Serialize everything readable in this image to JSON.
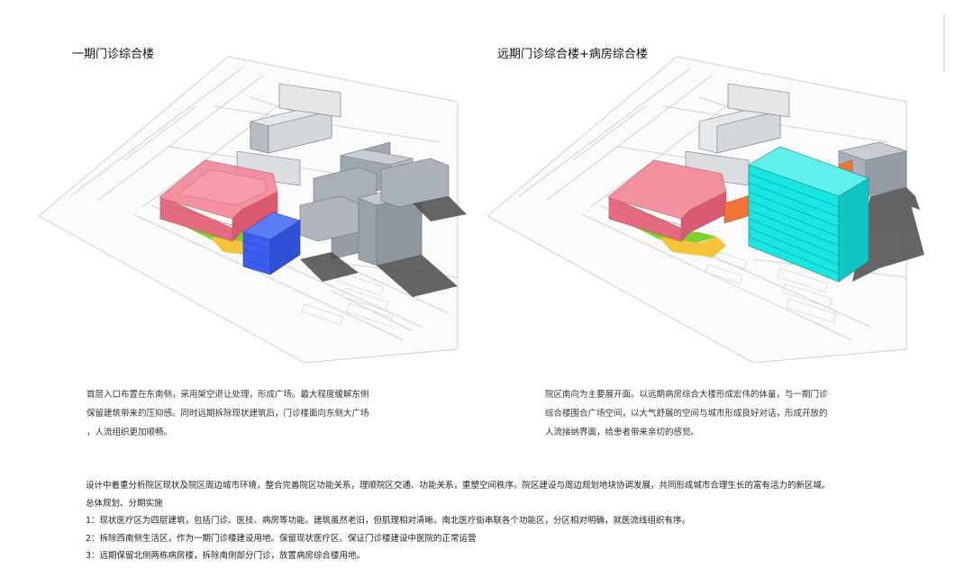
{
  "left_panel": {
    "title": "一期门诊综合楼",
    "description": [
      "首层入口布置在东南侧，采用架空退让处理，形成广场。最大程度缓解东侧",
      "保留建筑带来的压抑感。同时远期拆除现状建筑后，门诊楼面向东侧大广场",
      "，人流组织更加顺畅。"
    ]
  },
  "right_panel": {
    "title": "远期门诊综合楼+病房综合楼",
    "description": [
      "院区南向为主要展开面。以远期病房综合大楼形成宏伟的体量，与一期门诊",
      "综合楼围合广场空间，以大气舒展的空间与城市形成良好对话，形成开放的",
      "人流接纳界面，给患者带来亲切的感觉。"
    ]
  },
  "summary": {
    "intro": "设计中着重分析院区现状及院区周边城市环境，整合完善院区功能关系，理顺院区交通、功能关系，重塑空间秩序。院区建设与周边规划地块协调发展，共同形成城市合理生长的富有活力的新区域。",
    "heading": "总体规划、分期实施",
    "items": [
      "1：现状医疗区为四层建筑，包括门诊、医技、病房等功能。建筑虽然老旧，但肌理相对清晰。南北医疗街串联各个功能区，分区相对明确，就医流线组织有序。",
      "2：拆除西南侧生活区，作为一期门诊楼建设用地。保留现状医疗区、保证门诊楼建设中医院的正常运营",
      "3：远期保留北侧两栋病房楼，拆除南侧部分门诊，放置病房综合楼用地。"
    ]
  },
  "colors": {
    "clinic_building": "#f07f90",
    "new_block_blue": "#3e64e8",
    "ward_tower_cyan": "#19e3df",
    "link_orange": "#f0743a",
    "existing_grey": "#a9b0b8",
    "lawn_green": "#7fcf2f",
    "plaza_yellow": "#f5c43a"
  }
}
